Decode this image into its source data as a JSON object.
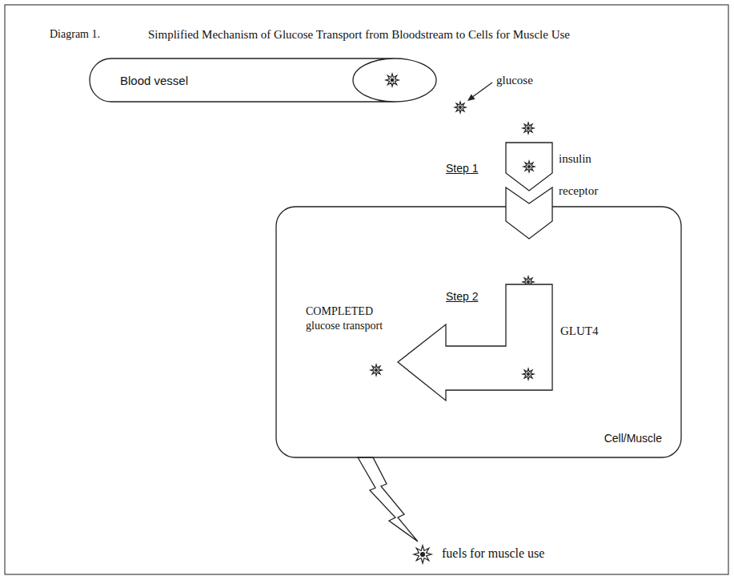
{
  "diagram": {
    "title": "Simplified Mechanism of Glucose Transport from Bloodstream to Cells for Muscle Use",
    "nodes": [
      {
        "text": [
          "Blood vessel"
        ]
      },
      {
        "text": [
          "insulin"
        ]
      },
      {
        "text": [
          "receptor"
        ]
      },
      {
        "text": [
          "Cell/Muscle"
        ]
      },
      {
        "text": [
          "GLUT4"
        ],
        "in": 3
      }
    ],
    "labels": [
      "Diagram 1.",
      "glucose",
      "Step 1",
      "Step 2",
      "COMPLETED glucose transport",
      "fuels for muscle use"
    ]
  }
}
